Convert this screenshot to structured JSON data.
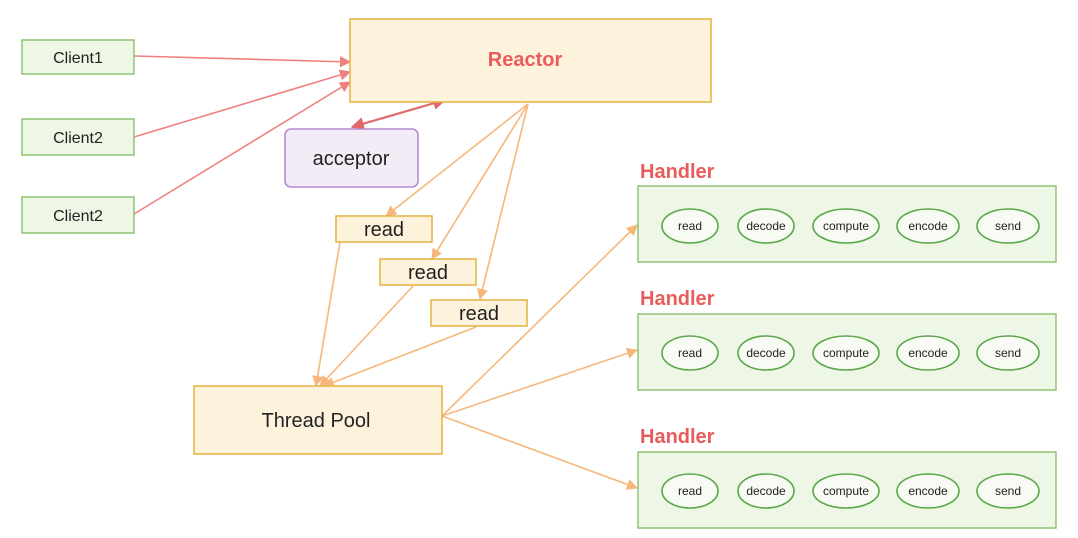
{
  "colors": {
    "title_red": "#e85c5c",
    "client_green": "#86c06a",
    "reactor_yellow": "#e8b64a",
    "acceptor_purple": "#b48bd0",
    "arrow_red": "#f08080",
    "arrow_orange": "#f5b87a"
  },
  "clients": [
    {
      "label": "Client1"
    },
    {
      "label": "Client2"
    },
    {
      "label": "Client2"
    }
  ],
  "reactor": {
    "label": "Reactor"
  },
  "acceptor": {
    "label": "acceptor"
  },
  "reads": [
    {
      "label": "read"
    },
    {
      "label": "read"
    },
    {
      "label": "read"
    }
  ],
  "thread_pool": {
    "label": "Thread Pool"
  },
  "handlers": [
    {
      "title": "Handler",
      "steps": [
        "read",
        "decode",
        "compute",
        "encode",
        "send"
      ]
    },
    {
      "title": "Handler",
      "steps": [
        "read",
        "decode",
        "compute",
        "encode",
        "send"
      ]
    },
    {
      "title": "Handler",
      "steps": [
        "read",
        "decode",
        "compute",
        "encode",
        "send"
      ]
    }
  ]
}
